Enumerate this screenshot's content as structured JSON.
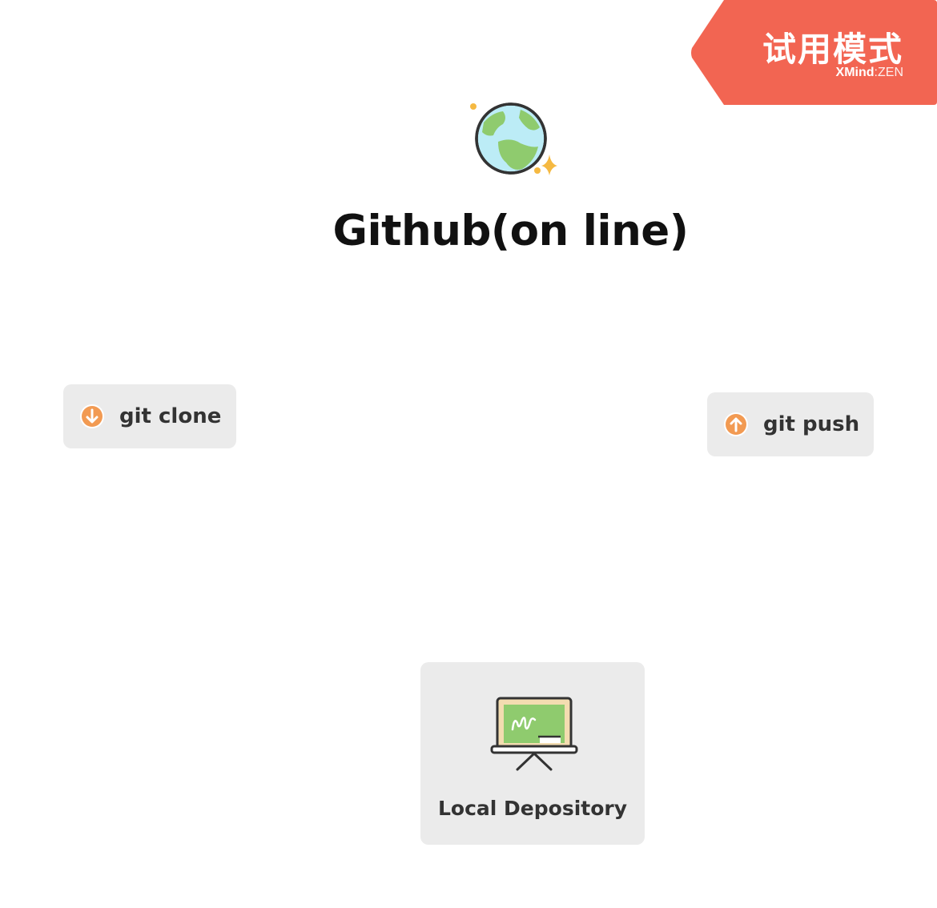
{
  "badge": {
    "title": "试用模式",
    "brand_bold": "XMind",
    "brand_light": ":ZEN",
    "color": "#f26552"
  },
  "central": {
    "icon": "globe-icon",
    "title": "Github(on line)"
  },
  "topics": {
    "clone": {
      "icon": "arrow-down-circle-icon",
      "label": "git clone"
    },
    "push": {
      "icon": "arrow-up-circle-icon",
      "label": "git push"
    },
    "local": {
      "icon": "chalkboard-icon",
      "label": "Local Depository"
    }
  },
  "colors": {
    "topic_bg": "#ebebeb",
    "marker_orange": "#f29a52",
    "text_dark": "#333333"
  }
}
